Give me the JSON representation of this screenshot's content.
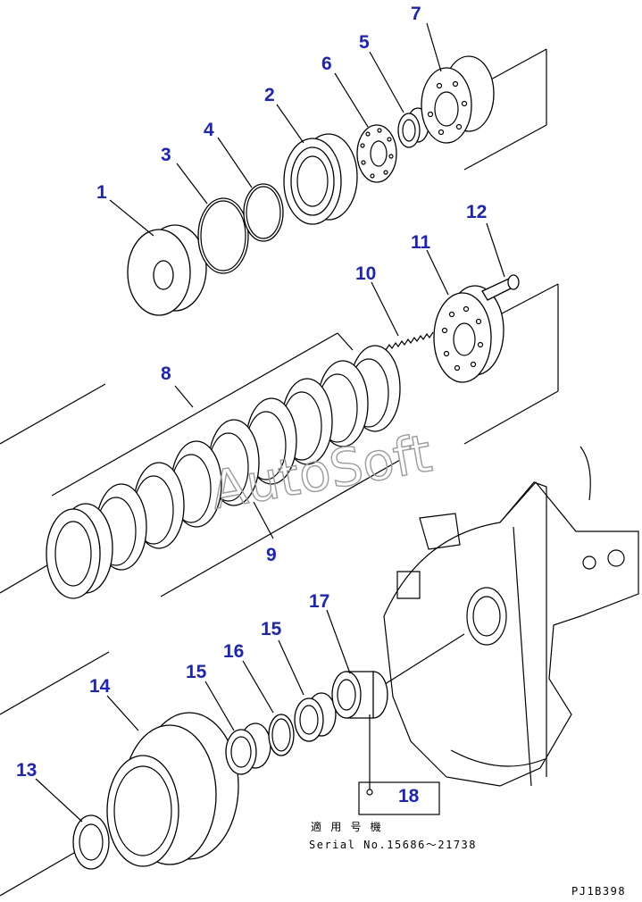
{
  "callouts": [
    "1",
    "2",
    "3",
    "4",
    "5",
    "6",
    "7",
    "8",
    "9",
    "10",
    "11",
    "12",
    "13",
    "14",
    "15",
    "15",
    "16",
    "17",
    "18"
  ],
  "note": {
    "line1": "適 用 号 機",
    "line2": "Serial No.15686～21738"
  },
  "watermark": "AutoSoft",
  "drawing_code": "PJ1B398",
  "colors": {
    "callout": "#1a22c8",
    "lines": "#000000",
    "watermark": "#9a9a9a"
  }
}
